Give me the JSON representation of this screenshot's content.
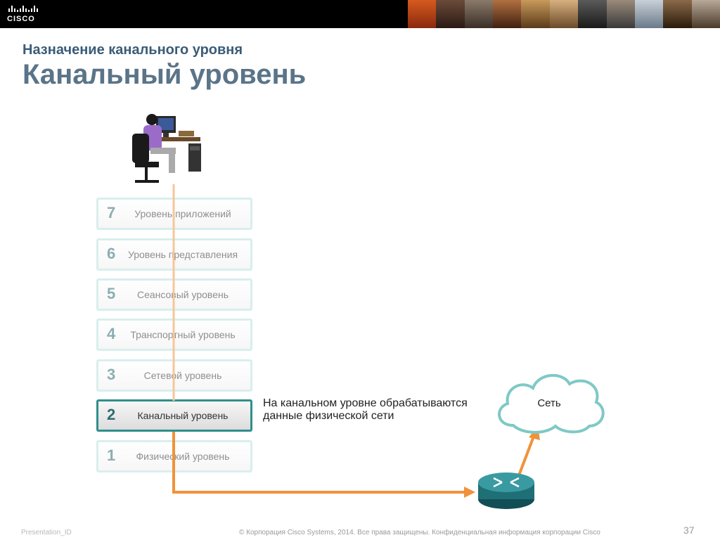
{
  "header": {
    "logo_text": "CISCO"
  },
  "slide": {
    "subtitle": "Назначение канального уровня",
    "title": "Канальный уровень"
  },
  "osi_layers": [
    {
      "number": "7",
      "label": "Уровень приложений"
    },
    {
      "number": "6",
      "label": "Уровень представления"
    },
    {
      "number": "5",
      "label": "Сеансовый уровень"
    },
    {
      "number": "4",
      "label": "Транспортный уровень"
    },
    {
      "number": "3",
      "label": "Сетевой уровень"
    },
    {
      "number": "2",
      "label": "Канальный уровень"
    },
    {
      "number": "1",
      "label": "Физический уровень"
    }
  ],
  "description": "На канальном уровне обрабатываются данные физической сети",
  "network_label": "Сеть",
  "footer": {
    "presentation_id": "Presentation_ID",
    "copyright": "© Корпорация Cisco Systems, 2014. Все права защищены.    Конфиденциальная информация корпорации Cisco",
    "page_number": "37"
  },
  "colors": {
    "arrow": "#f0923a",
    "arrow_light": "#f6c79a",
    "title": "#5a7488",
    "router": "#1f6f77"
  }
}
